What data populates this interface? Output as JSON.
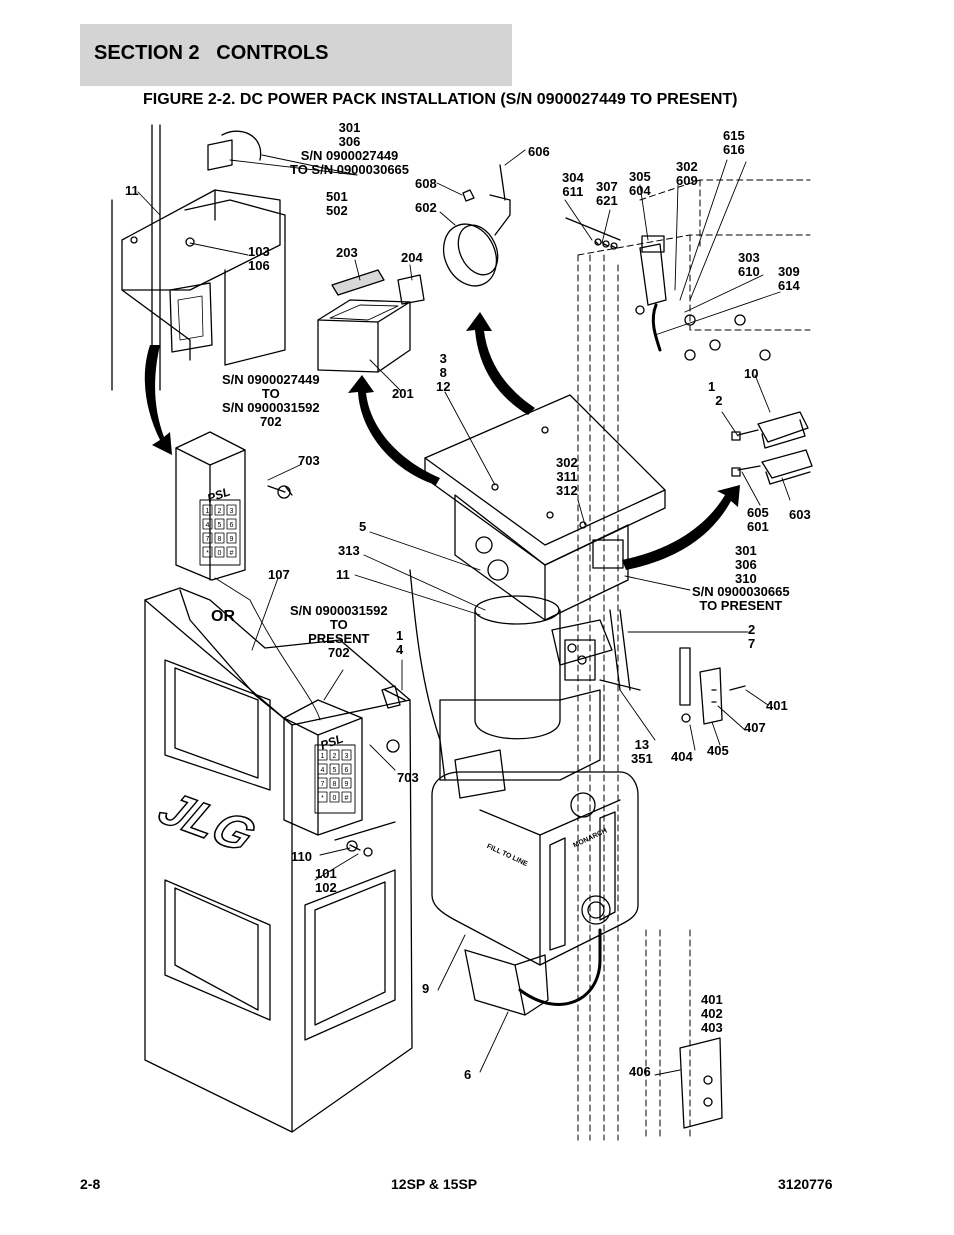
{
  "header": {
    "section": "SECTION 2   CONTROLS"
  },
  "figure_title": "FIGURE 2-2. DC POWER PACK INSTALLATION (S/N 0900027449 TO PRESENT)",
  "callouts": {
    "c301": "301\n306\nS/N 0900027449\nTO S/N 0900030665",
    "c501": "501\n502",
    "c11a": "11",
    "c103": "103\n106",
    "c203": "203",
    "c204": "204",
    "c201": "201",
    "c606": "606",
    "c608": "608",
    "c602": "602",
    "c304": "304\n611",
    "c307": "307\n621",
    "c305": "305\n604",
    "c302a": "302\n609",
    "c615": "615\n616",
    "c303": "303\n610",
    "c309": "309\n614",
    "c10": "10",
    "c1a": "1\n  2",
    "c605": "605\n601",
    "c603": "603",
    "c3812": "3\n8\n12",
    "c302b": "302\n311\n312",
    "csn1": "S/N 0900027449\nTO\nS/N 0900031592\n702",
    "c703a": "703",
    "c5": "5",
    "c313": "313",
    "c11b": "11",
    "c107": "107",
    "c301b": "301\n306\n310",
    "csn2": "S/N 0900030665\nTO PRESENT",
    "csn3": "S/N 0900031592\nTO\nPRESENT\n702",
    "c14": "1\n4",
    "c27": "2\n7",
    "c401a": "401",
    "c407": "407",
    "c13": "13\n351",
    "c404": "404",
    "c405": "405",
    "c703b": "703",
    "c110": "110",
    "c101": "101\n102",
    "c9": "9",
    "c6": "6",
    "c401b": "401\n402\n403",
    "c406": "406"
  },
  "or_label": "OR",
  "decals": {
    "psl": "PSL",
    "jlg": "JLG",
    "fill": "FILL TO LINE",
    "monarch": "MONARCH",
    "keys": [
      "1",
      "2",
      "3",
      "4",
      "5",
      "6",
      "7",
      "8",
      "9",
      "*",
      "0",
      "#"
    ]
  },
  "footer": {
    "page": "2-8",
    "model": "12SP & 15SP",
    "doc": "3120776"
  }
}
